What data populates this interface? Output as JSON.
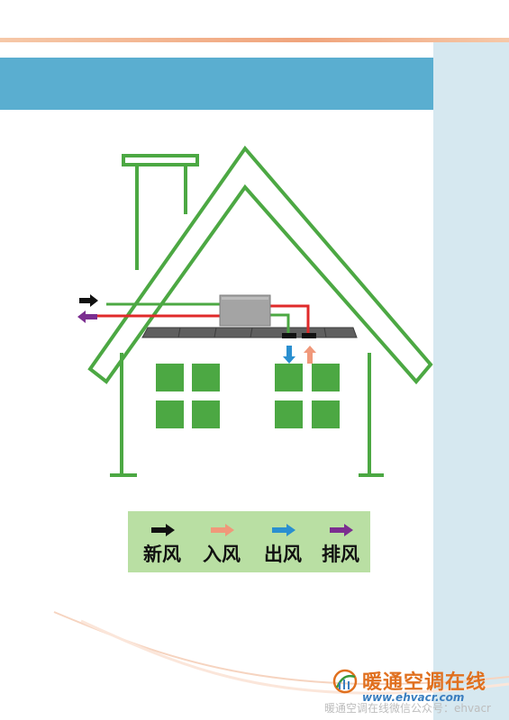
{
  "legend": {
    "items": [
      {
        "label": "新风",
        "color": "#111111"
      },
      {
        "label": "入风",
        "color": "#f0987a"
      },
      {
        "label": "出风",
        "color": "#2a8fd0"
      },
      {
        "label": "排风",
        "color": "#7b2e90"
      }
    ]
  },
  "brand": {
    "name": "暖通空调在线",
    "url": "www.ehvacr.com",
    "subtitle": "暖通空调在线微信公众号：ehvacr"
  },
  "colors": {
    "house": "#4ca843",
    "window": "#4ca843",
    "fresh_air_line": "#4ca843",
    "exhaust_line": "#e02a2a",
    "ceiling": "#5f5f5f",
    "unit": "#a4a4a4"
  }
}
